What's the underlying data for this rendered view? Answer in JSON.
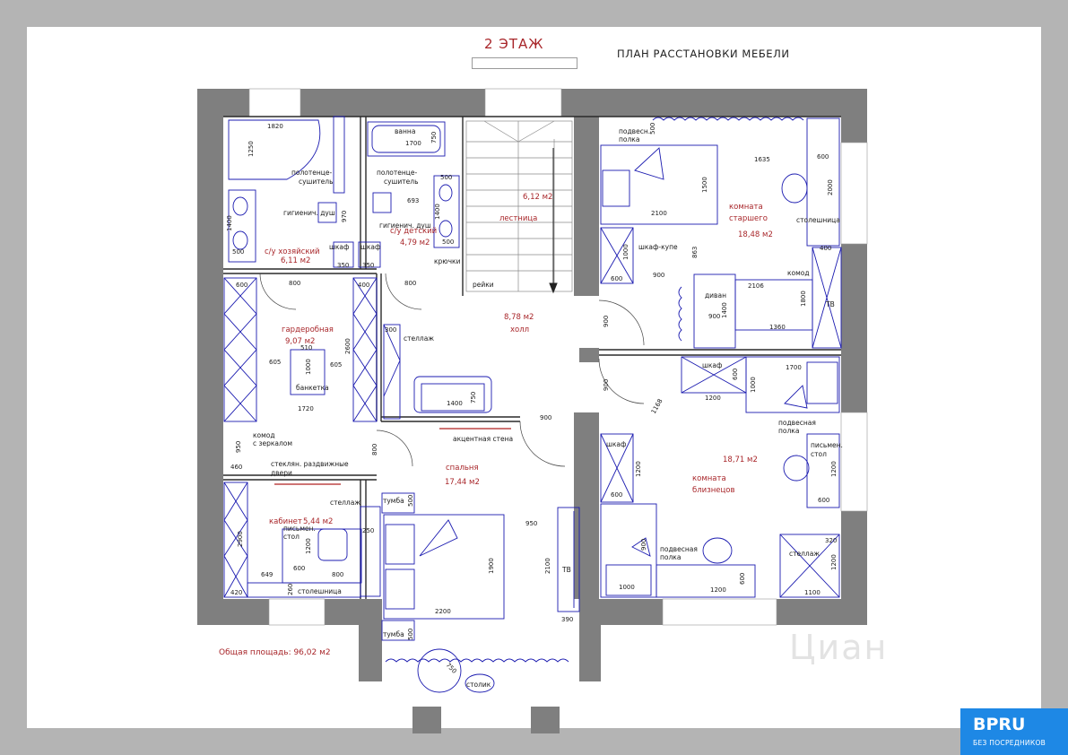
{
  "header": {
    "floor": "2 ЭТАЖ",
    "plan_title": "ПЛАН РАССТАНОВКИ МЕБЕЛИ"
  },
  "footer": {
    "total_area": "Общая площадь: 96,02 м2"
  },
  "watermark": "Циан",
  "badge": {
    "logo": "BPRU",
    "subtitle": "БЕЗ ПОСРЕДНИКОВ"
  },
  "rooms": {
    "master_bath_name": "с/у хозяйский",
    "master_bath_area": "6,11 м2",
    "kids_bath_name": "с/у детский",
    "kids_bath_area": "4,79 м2",
    "stairs_area": "6,12 м2",
    "stairs_name": "лестница",
    "elder_name_1": "комната",
    "elder_name_2": "старшего",
    "elder_area": "18,48 м2",
    "wardrobe_name": "гардеробная",
    "wardrobe_area": "9,07 м2",
    "hall_area": "8,78 м2",
    "hall_name": "холл",
    "bedroom_name": "спальня",
    "bedroom_area": "17,44 м2",
    "twins_area": "18,71 м2",
    "twins_name_1": "комната",
    "twins_name_2": "близнецов",
    "cabinet_name": "кабинет",
    "cabinet_area": "5,44 м2"
  },
  "labels": {
    "bath": "ванна",
    "towel1": "полотенце-",
    "towel2": "сушитель",
    "hyg_shower": "гигиенич. душ",
    "wardrobe_s": "шкаф",
    "hooks": "крючки",
    "rails": "рейки",
    "hanging_shelf1": "подвесн.",
    "hanging_shelf2": "полка",
    "wardrobe_coupe": "шкаф-купе",
    "countertop": "столешница",
    "dresser": "комод",
    "tv": "ТВ",
    "sofa": "диван",
    "rack": "стеллаж",
    "bench": "банкетка",
    "dresser_mirror1": "комод",
    "dresser_mirror2": "с зеркалом",
    "glass_doors1": "стеклян. раздвижные",
    "glass_doors2": "двери",
    "accent_wall": "акцентная стена",
    "nightstand": "тумба",
    "side_table": "столик",
    "writing_desk1": "письмен.",
    "writing_desk2": "стол",
    "hanging_shelf_full1": "подвесная",
    "hanging_shelf_full2": "полка"
  },
  "dims": {
    "d1820": "1820",
    "d1250": "1250",
    "d1700": "1700",
    "d750": "750",
    "d500": "500",
    "d693": "693",
    "d1400": "1400",
    "d970": "970",
    "d350": "350",
    "d800": "800",
    "d600": "600",
    "d400": "400",
    "d2600": "2600",
    "d605": "605",
    "d510": "510",
    "d1000": "1000",
    "d1720": "1720",
    "d300": "300",
    "d950": "950",
    "d460": "460",
    "d2900": "2900",
    "d420": "420",
    "d649": "649",
    "d260": "260",
    "d250": "250",
    "d1200": "1200",
    "d1635": "1635",
    "d1500": "1500",
    "d2100": "2100",
    "d2000": "2000",
    "d863": "863",
    "d900": "900",
    "d2106": "2106",
    "d1800": "1800",
    "d1360": "1360",
    "d1168": "1168",
    "d1100": "1100",
    "d320": "320",
    "d1900": "1900",
    "d2200": "2200",
    "d390": "390"
  }
}
